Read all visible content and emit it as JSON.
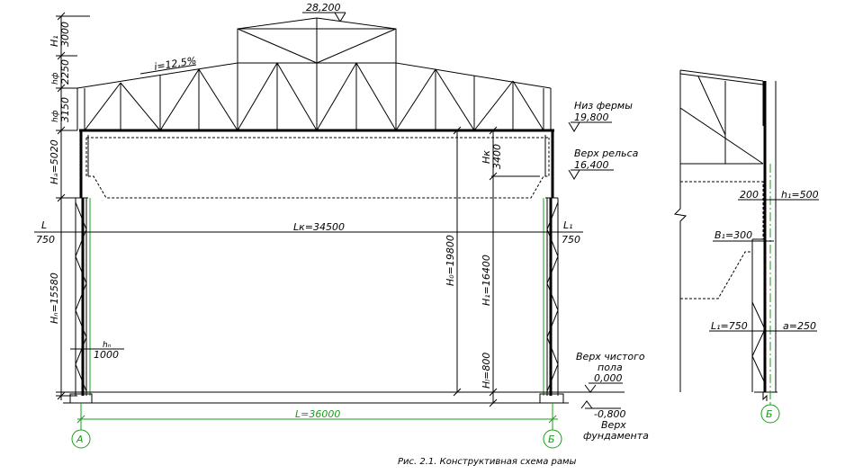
{
  "dims": {
    "ridge_mark": "28,200",
    "slope": "i=12,5%",
    "h_lantern": "H₁",
    "h_lantern_val": "3000",
    "h_ridge": "hф",
    "h_ridge_val": "2250",
    "h_truss": "hф",
    "h_truss_val": "3150",
    "h_upper": "Hₐ=5020",
    "h_lower": "Hₙ=15580",
    "l_left": "L",
    "l_left_val": "750",
    "l_right": "L₁",
    "l_right_val": "750",
    "l_crane": "Lк=34500",
    "h_crane": "Hк",
    "h_crane_val": "3400",
    "h_rail_total": "H₀=19800",
    "h_rail": "H₁=16400",
    "h_base": "Hₗ=800",
    "h_col": "hₙ",
    "h_col_val": "1000",
    "span": "L=36000"
  },
  "levels": {
    "truss_bottom_label": "Низ фермы",
    "truss_bottom_value": "19,800",
    "rail_top_label": "Верх рельса",
    "rail_top_value": "16,400",
    "floor_label_1": "Верх чистого",
    "floor_label_2": "пола",
    "floor_value": "0,000",
    "foundation_value": "-0,800",
    "foundation_label_1": "Верх",
    "foundation_label_2": "фундамента"
  },
  "axes": {
    "left": "А",
    "right": "Б",
    "detail": "Б"
  },
  "detail": {
    "d200": "200",
    "h_upper_col": "h₁=500",
    "b_val": "B₁=300",
    "l_val": "L₁=750",
    "a_val": "a=250"
  },
  "caption": "Рис. 2.1. Конструктивная схема рамы"
}
